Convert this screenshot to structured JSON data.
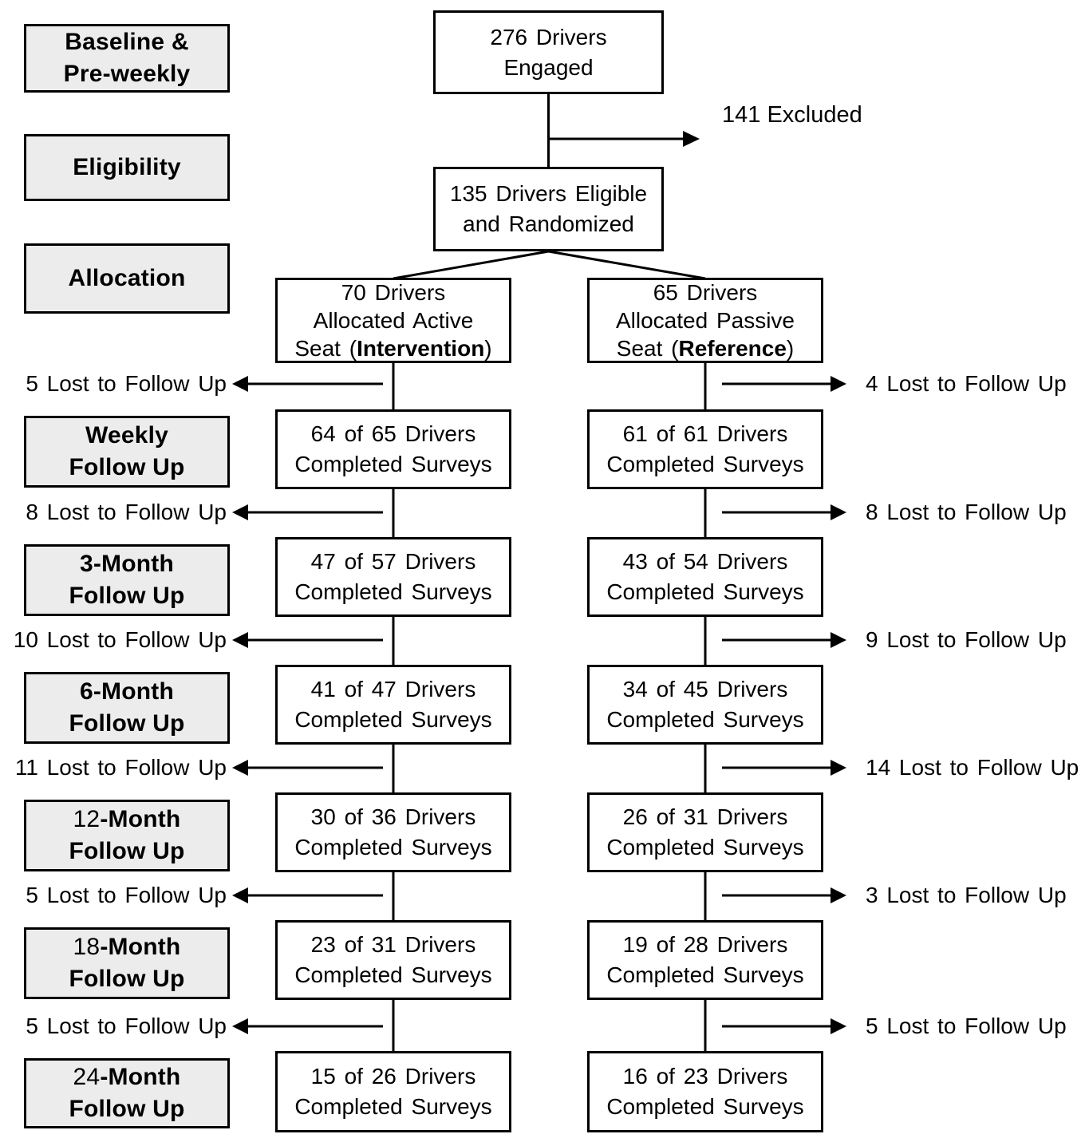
{
  "colors": {
    "background": "#ffffff",
    "stage_label_fill": "#ececec",
    "flow_box_fill": "#ffffff",
    "border": "#000000",
    "text": "#000000"
  },
  "stage_labels": [
    {
      "reg": "",
      "bold": "Baseline &",
      "line2": "Pre-weekly"
    },
    {
      "reg": "",
      "bold": "Eligibility",
      "line2": ""
    },
    {
      "reg": "",
      "bold": "Allocation",
      "line2": ""
    },
    {
      "reg": "",
      "bold": "Weekly",
      "line2": "Follow Up"
    },
    {
      "reg": "",
      "bold": "3-Month",
      "line2": "Follow Up"
    },
    {
      "reg": "",
      "bold": "6-Month",
      "line2": "Follow Up"
    },
    {
      "reg": "12",
      "bold": "-Month",
      "line2": "Follow Up"
    },
    {
      "reg": "18",
      "bold": "-Month",
      "line2": "Follow Up"
    },
    {
      "reg": "24",
      "bold": "-Month",
      "line2": "Follow Up"
    }
  ],
  "flow": {
    "engaged": {
      "line1": "276 Drivers",
      "line2": "Engaged"
    },
    "excluded": "141 Excluded",
    "eligible": {
      "line1": "135 Drivers Eligible",
      "line2": "and Randomized"
    },
    "intervention": {
      "line1": "70 Drivers",
      "line2": "Allocated Active",
      "line3_pre": "Seat (",
      "line3_bold": "Intervention",
      "line3_post": ")"
    },
    "reference": {
      "line1": "65 Drivers",
      "line2": "Allocated Passive",
      "line3_pre": "Seat (",
      "line3_bold": "Reference",
      "line3_post": ")"
    },
    "completed_label": "Completed Surveys"
  },
  "followups": [
    {
      "stage": "Weekly",
      "left_lost": "5 Lost to Follow Up",
      "right_lost": "4 Lost to Follow Up",
      "left_count": "64 of 65 Drivers",
      "right_count": "61 of 61 Drivers"
    },
    {
      "stage": "3-Month",
      "left_lost": "8 Lost to Follow Up",
      "right_lost": "8 Lost to Follow Up",
      "left_count": "47 of 57 Drivers",
      "right_count": "43 of 54 Drivers"
    },
    {
      "stage": "6-Month",
      "left_lost": "10 Lost to Follow Up",
      "right_lost": "9 Lost to Follow Up",
      "left_count": "41 of 47 Drivers",
      "right_count": "34 of 45 Drivers"
    },
    {
      "stage": "12-Month",
      "left_lost": "11 Lost to Follow Up",
      "right_lost": "14 Lost to Follow Up",
      "left_count": "30 of 36 Drivers",
      "right_count": "26 of 31 Drivers"
    },
    {
      "stage": "18-Month",
      "left_lost": "5 Lost to Follow Up",
      "right_lost": "3 Lost to Follow Up",
      "left_count": "23 of 31 Drivers",
      "right_count": "19 of 28 Drivers"
    },
    {
      "stage": "24-Month",
      "left_lost": "5 Lost to Follow Up",
      "right_lost": "5 Lost to Follow Up",
      "left_count": "15 of 26 Drivers",
      "right_count": "16 of 23 Drivers"
    }
  ]
}
